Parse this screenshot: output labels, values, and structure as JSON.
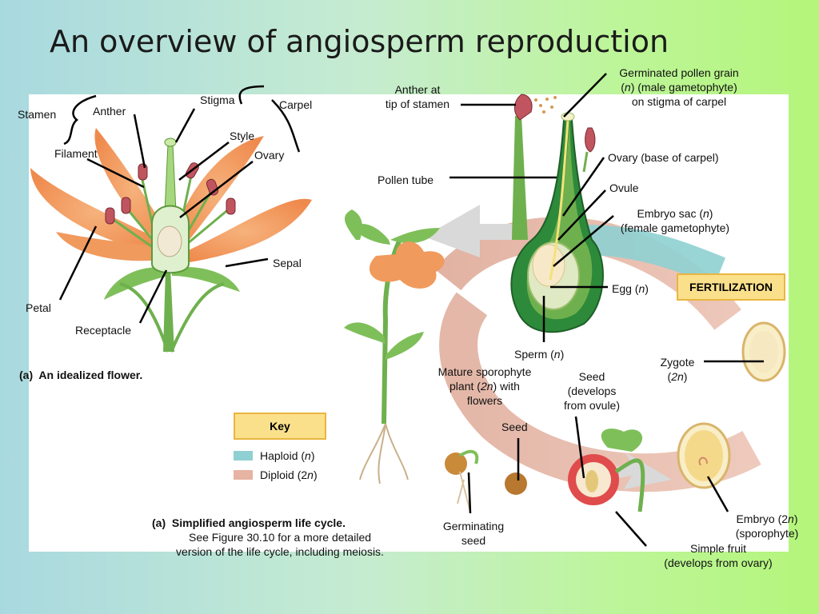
{
  "title": "An overview of angiosperm reproduction",
  "flower": {
    "stamen": "Stamen",
    "anther": "Anther",
    "filament": "Filament",
    "stigma": "Stigma",
    "carpel": "Carpel",
    "style": "Style",
    "ovary": "Ovary",
    "petal": "Petal",
    "sepal": "Sepal",
    "receptacle": "Receptacle",
    "caption_letter": "(a)",
    "caption_text": "An idealized flower."
  },
  "cycle": {
    "anther_tip_1": "Anther at",
    "anther_tip_2": "tip of stamen",
    "pollen_grain_1": "Germinated pollen grain",
    "pollen_grain_2a": "n",
    "pollen_grain_2b": ") (male gametophyte)",
    "pollen_grain_3": "on stigma of carpel",
    "pollen_tube": "Pollen tube",
    "ovary_base": "Ovary (base of carpel)",
    "ovule": "Ovule",
    "embryo_sac_1": "Embryo sac (",
    "embryo_sac_n": "n",
    "embryo_sac_2": "(female gametophyte)",
    "egg": "Egg (",
    "egg_n": "n",
    "fertilization": "FERTILIZATION",
    "sperm": "Sperm (",
    "sperm_n": "n",
    "zygote_1": "Zygote",
    "zygote_2": "2n",
    "mature_1": "Mature sporophyte",
    "mature_2a": "plant (",
    "mature_2n": "2n",
    "mature_2b": ") with",
    "mature_3": "flowers",
    "seed_develops_1": "Seed",
    "seed_develops_2": "(develops",
    "seed_develops_3": "from ovule)",
    "seed": "Seed",
    "germinating_1": "Germinating",
    "germinating_2": "seed",
    "embryo_1": "Embryo (2",
    "embryo_n": "n",
    "embryo_2": "(sporophyte)",
    "simple_fruit_1": "Simple fruit",
    "simple_fruit_2": "(develops from ovary)"
  },
  "key": {
    "title": "Key",
    "haploid": "Haploid (",
    "haploid_n": "n",
    "diploid": "Diploid (2",
    "diploid_n": "n",
    "haploid_color": "#8fd0d2",
    "diploid_color": "#e7b3a3"
  },
  "caption_b": {
    "letter": "(a)",
    "title": "Simplified angiosperm life cycle.",
    "line2": "See Figure 30.10 for a more detailed",
    "line3": "version of the life cycle, including meiosis."
  }
}
